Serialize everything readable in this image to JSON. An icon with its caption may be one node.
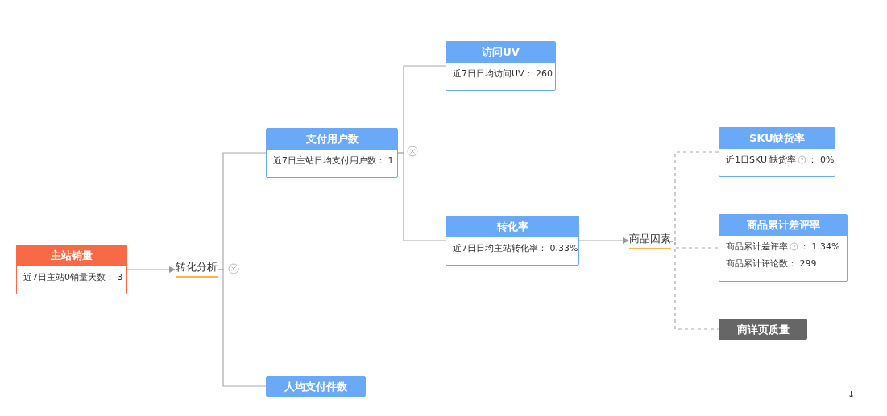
{
  "diagram": {
    "nodes": [
      {
        "text": [
          "主站销量",
          "近7日主站0销量天数： 3"
        ]
      },
      {
        "text": [
          "转化分析"
        ]
      },
      {
        "text": [
          "支付用户数",
          "近7日主站日均支付用户数： 1"
        ]
      },
      {
        "text": [
          "人均支付件数"
        ]
      },
      {
        "text": [
          "访问UV",
          "近7日日均访问UV： 260"
        ]
      },
      {
        "text": [
          "转化率",
          "近7日日均主站转化率： 0.33%"
        ]
      },
      {
        "text": [
          "商品因素"
        ]
      },
      {
        "text": [
          "SKU缺货率",
          "近1日SKU 缺货率",
          "： 0%"
        ]
      },
      {
        "text": [
          "商品累计差评率",
          "商品累计差评率",
          "： 1.34%",
          "商品累计评论数： 299"
        ]
      },
      {
        "text": [
          "商详页质量"
        ]
      }
    ],
    "edges": [
      {
        "from": 0,
        "to": 1,
        "arrow": "to"
      },
      {
        "from": 1,
        "to": 2,
        "arrow": "none"
      },
      {
        "from": 1,
        "to": 3,
        "arrow": "none"
      },
      {
        "from": 2,
        "to": 4,
        "arrow": "none"
      },
      {
        "from": 2,
        "to": 5,
        "arrow": "none"
      },
      {
        "from": 5,
        "to": 6,
        "arrow": "to"
      },
      {
        "from": 6,
        "to": 7,
        "arrow": "none",
        "style": "dashed"
      },
      {
        "from": 6,
        "to": 8,
        "arrow": "none",
        "style": "dashed"
      },
      {
        "from": 6,
        "to": 9,
        "arrow": "none",
        "style": "dashed"
      }
    ],
    "labels": [
      "↓"
    ]
  }
}
